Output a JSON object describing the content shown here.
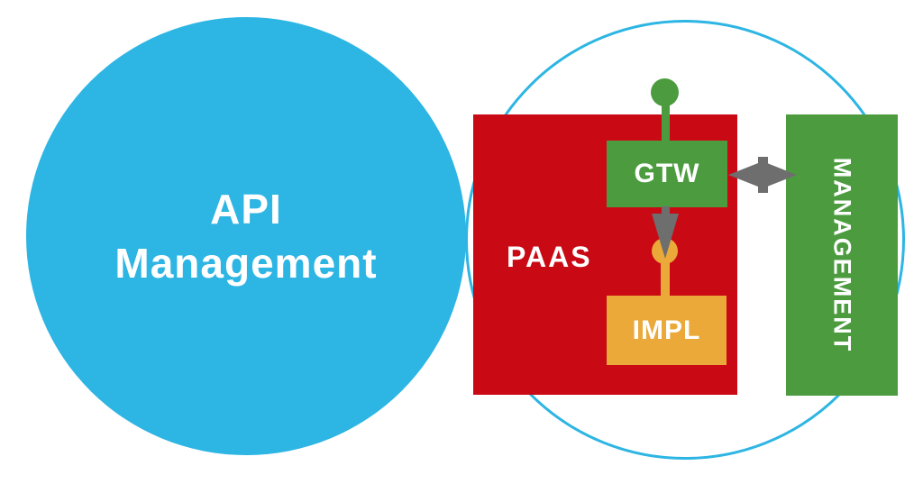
{
  "left_circle": {
    "line1": "API",
    "line2": "Management"
  },
  "paas": {
    "label": "PAAS"
  },
  "gtw": {
    "label": "GTW"
  },
  "impl": {
    "label": "IMPL"
  },
  "management": {
    "label": "MANAGEMENT"
  },
  "colors": {
    "cyan": "#2DB5E3",
    "red": "#C90A14",
    "green": "#4C9C3F",
    "orange": "#EBA93A",
    "gray": "#6E6E6E",
    "white": "#FFFFFF"
  }
}
